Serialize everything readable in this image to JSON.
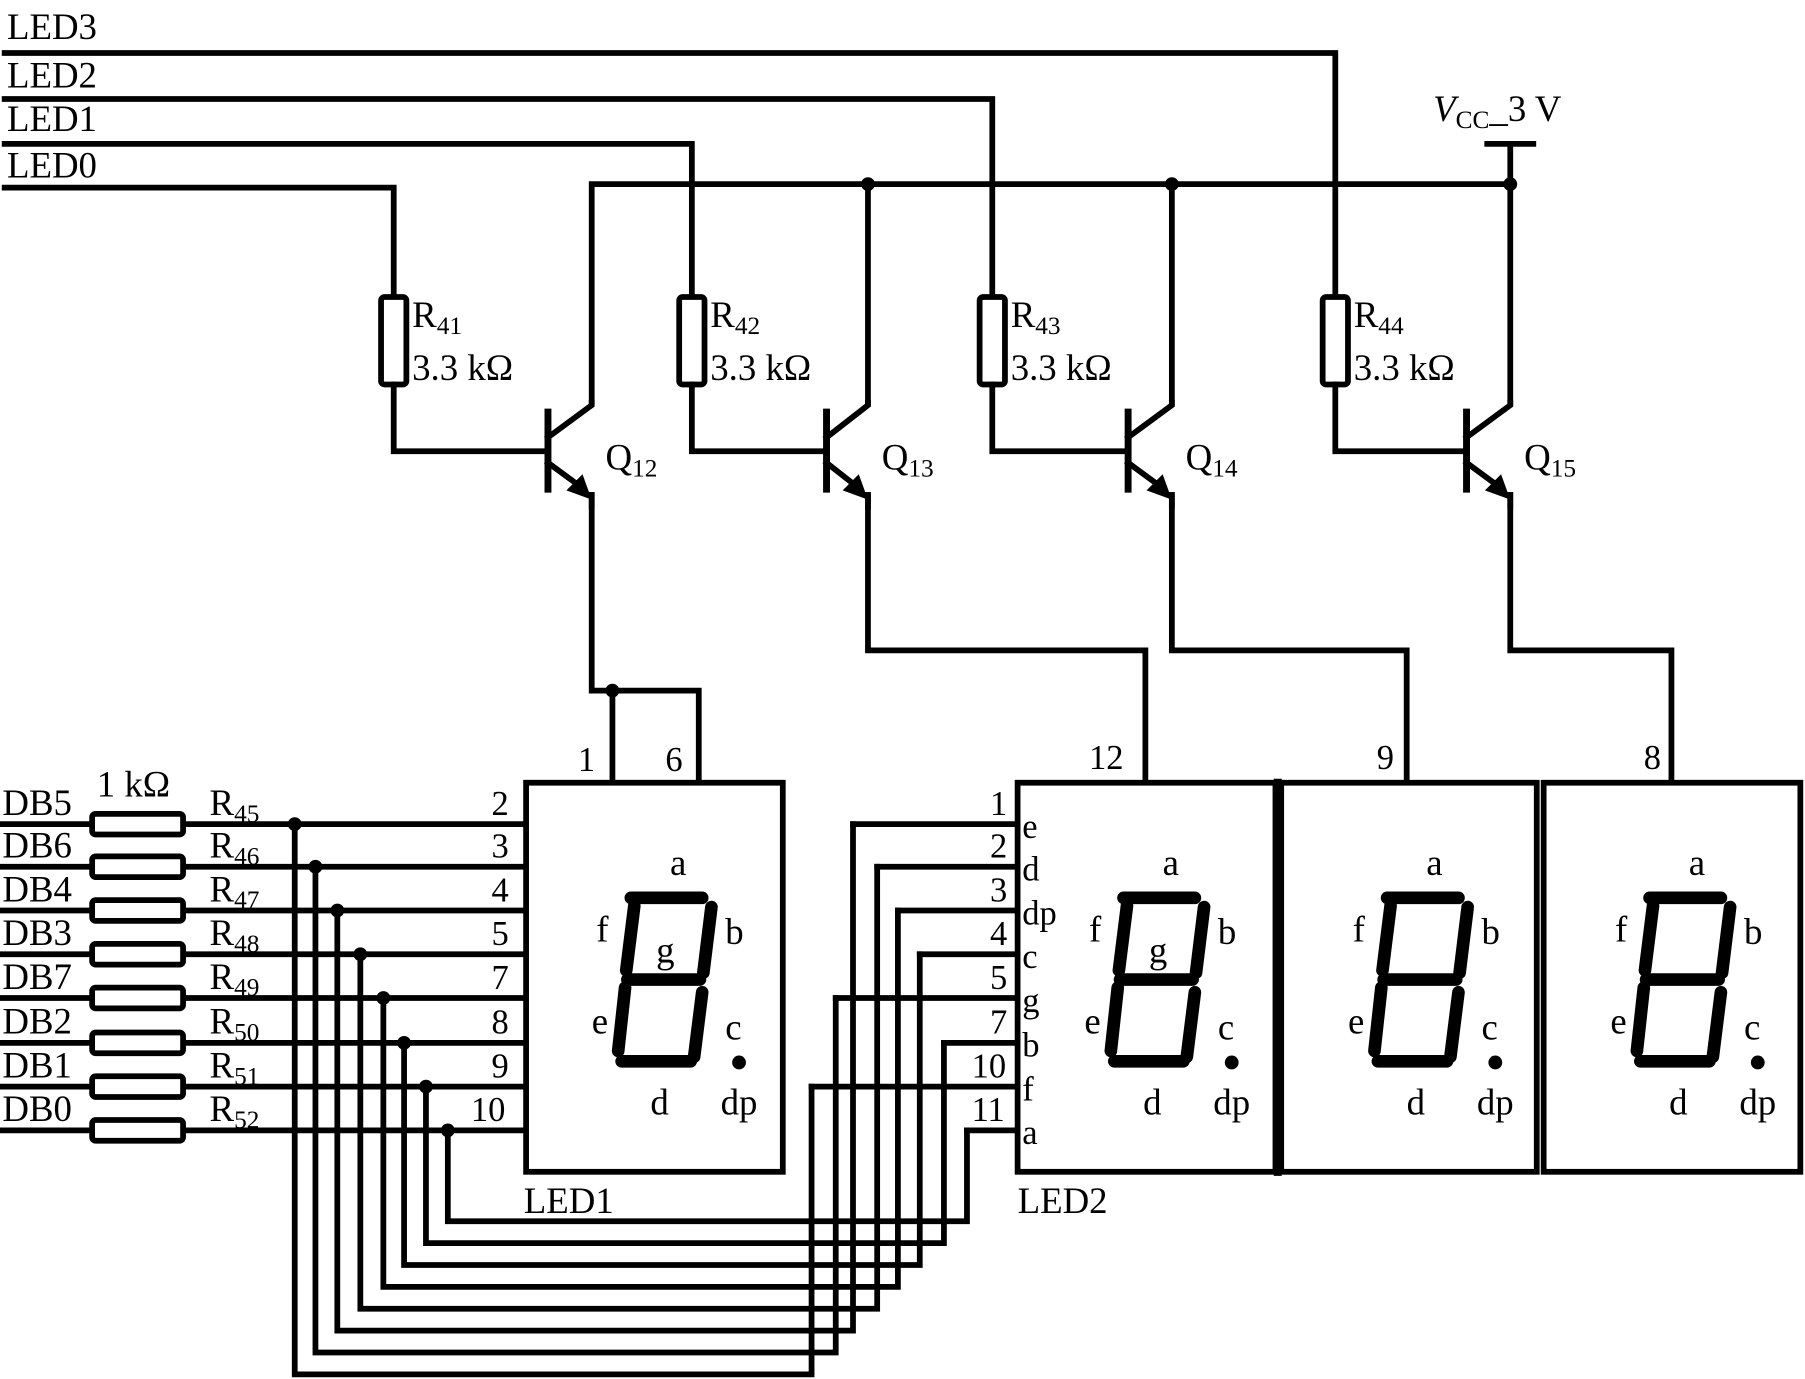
{
  "buses": [
    {
      "label": "LED3"
    },
    {
      "label": "LED2"
    },
    {
      "label": "LED1"
    },
    {
      "label": "LED0"
    }
  ],
  "power": {
    "symbol": "V",
    "subscript": "CC",
    "suffix": "_3 V"
  },
  "base_resistors": [
    {
      "name": "R",
      "sub": "41",
      "value": "3.3 kΩ"
    },
    {
      "name": "R",
      "sub": "42",
      "value": "3.3 kΩ"
    },
    {
      "name": "R",
      "sub": "43",
      "value": "3.3 kΩ"
    },
    {
      "name": "R",
      "sub": "44",
      "value": "3.3 kΩ"
    }
  ],
  "transistors": [
    {
      "name": "Q",
      "sub": "12"
    },
    {
      "name": "Q",
      "sub": "13"
    },
    {
      "name": "Q",
      "sub": "14"
    },
    {
      "name": "Q",
      "sub": "15"
    }
  ],
  "segment_resistor_value": "1 kΩ",
  "data_lines": [
    {
      "db": "DB5",
      "r": "R",
      "rsub": "45",
      "pin": "2",
      "seg": "f"
    },
    {
      "db": "DB6",
      "r": "R",
      "rsub": "46",
      "pin": "3",
      "seg": "g"
    },
    {
      "db": "DB4",
      "r": "R",
      "rsub": "47",
      "pin": "4",
      "seg": "e"
    },
    {
      "db": "DB3",
      "r": "R",
      "rsub": "48",
      "pin": "5",
      "seg": "d"
    },
    {
      "db": "DB7",
      "r": "R",
      "rsub": "49",
      "pin": "7",
      "seg": "dp"
    },
    {
      "db": "DB2",
      "r": "R",
      "rsub": "50",
      "pin": "8",
      "seg": "c"
    },
    {
      "db": "DB1",
      "r": "R",
      "rsub": "51",
      "pin": "9",
      "seg": "b"
    },
    {
      "db": "DB0",
      "r": "R",
      "rsub": "52",
      "pin": "10",
      "seg": "a"
    }
  ],
  "led1": {
    "label": "LED1",
    "common_pins": [
      "1",
      "6"
    ]
  },
  "led2": {
    "label": "LED2",
    "common_pins": [
      "12",
      "9",
      "8"
    ],
    "pins": [
      {
        "pin": "1",
        "seg": "e"
      },
      {
        "pin": "2",
        "seg": "d"
      },
      {
        "pin": "3",
        "seg": "dp"
      },
      {
        "pin": "4",
        "seg": "c"
      },
      {
        "pin": "5",
        "seg": "g"
      },
      {
        "pin": "7",
        "seg": "b"
      },
      {
        "pin": "10",
        "seg": "f"
      },
      {
        "pin": "11",
        "seg": "a"
      }
    ]
  },
  "segment_labels": {
    "a": "a",
    "b": "b",
    "c": "c",
    "d": "d",
    "e": "e",
    "f": "f",
    "g": "g",
    "dp": "dp"
  }
}
